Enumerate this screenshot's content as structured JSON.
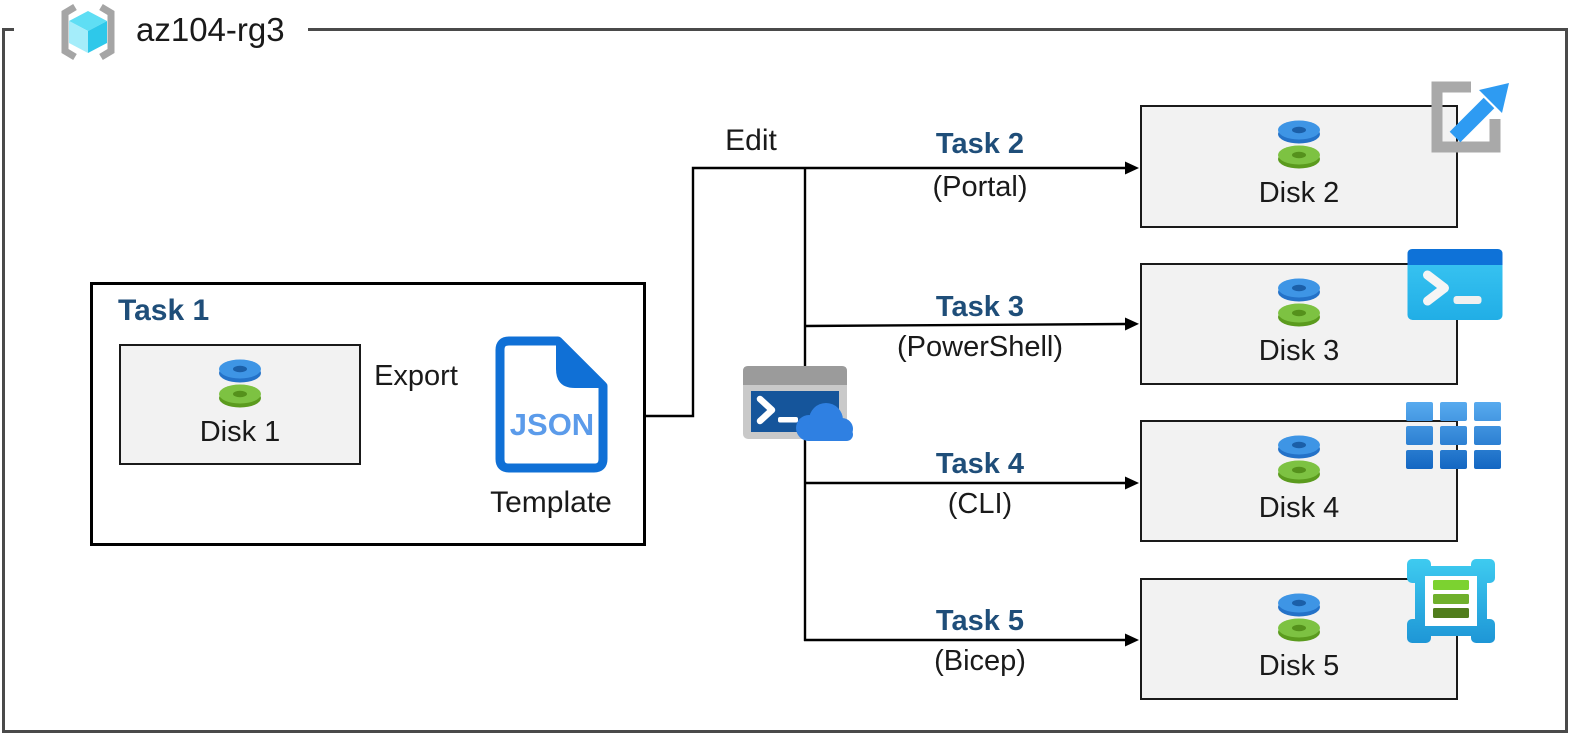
{
  "resource_group": {
    "name": "az104-rg3",
    "icon": "resource-group"
  },
  "edit_label": "Edit",
  "task1": {
    "title": "Task 1",
    "disk_label": "Disk 1",
    "export_label": "Export",
    "json_label": "JSON",
    "template_label": "Template"
  },
  "branches": [
    {
      "task": "Task 2",
      "method": "(Portal)",
      "disk_label": "Disk 2",
      "icon": "azure-portal"
    },
    {
      "task": "Task 3",
      "method": "(PowerShell)",
      "disk_label": "Disk 3",
      "icon": "powershell-terminal"
    },
    {
      "task": "Task 4",
      "method": "(CLI)",
      "disk_label": "Disk 4",
      "icon": "azure-cli"
    },
    {
      "task": "Task 5",
      "method": "(Bicep)",
      "disk_label": "Disk 5",
      "icon": "bicep-template"
    }
  ],
  "center_icon": "azure-cloud-shell",
  "colors": {
    "task_heading": "#1F4E79",
    "box_fill": "#F2F2F2",
    "line": "#000000",
    "outer_border": "#4A4A4A",
    "doc_blue": "#1070D6",
    "json_text_blue": "#5B9BEA",
    "disk_blue": "#3E95E5",
    "disk_green": "#7DC242"
  }
}
